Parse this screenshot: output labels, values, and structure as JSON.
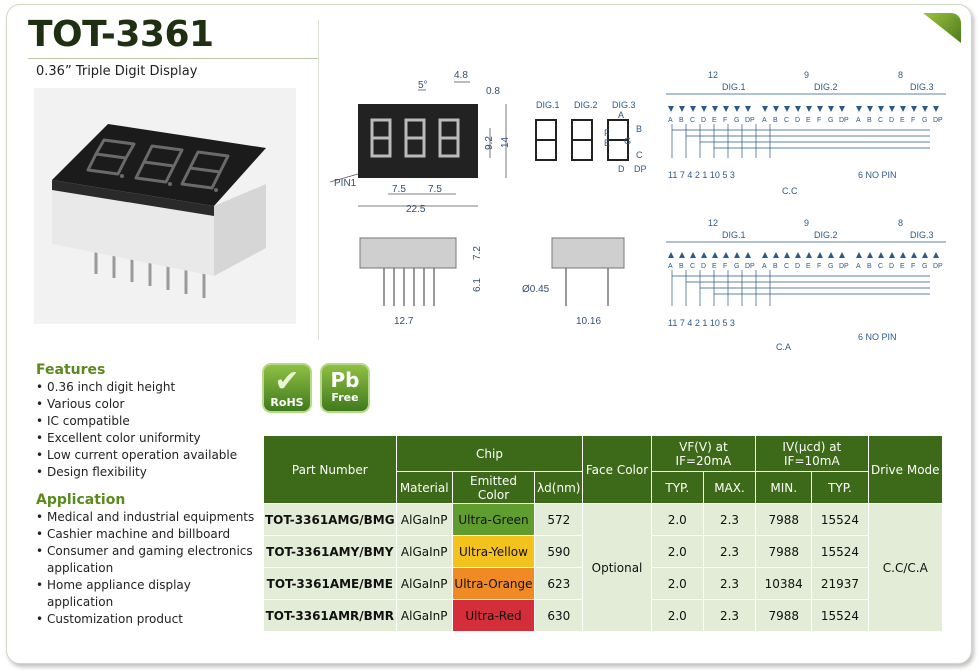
{
  "header": {
    "model": "TOT-3361",
    "subtitle": "0.36” Triple Digit Display"
  },
  "drawing": {
    "front_dims": {
      "angle": "5°",
      "seg_w": "4.8",
      "seg_gap": "0.8",
      "h_inner": "9.2",
      "h_outer": "14",
      "pitch1": "7.5",
      "pitch2": "7.5",
      "width": "22.5",
      "pin1": "PIN1"
    },
    "side_dims": {
      "height_body": "7.2",
      "pin_len": "6.1",
      "pin_pitch": "12.7",
      "pin_dia": "Ø0.45",
      "depth": "10.16"
    },
    "digit_labels": [
      "DIG.1",
      "DIG.2",
      "DIG.3"
    ],
    "seg_letters": {
      "a": "A",
      "b": "B",
      "c": "C",
      "d": "D",
      "e": "E",
      "f": "F",
      "g": "G",
      "dp": "DP"
    },
    "cc": {
      "common_pins": [
        "12",
        "9",
        "8"
      ],
      "digits": [
        "DIG.1",
        "DIG.2",
        "DIG.3"
      ],
      "segs": [
        "A",
        "B",
        "C",
        "D",
        "E",
        "F",
        "G",
        "DP"
      ],
      "bottom_pins": [
        "11",
        "7",
        "4",
        "2",
        "1",
        "10",
        "5",
        "3"
      ],
      "no_pin": "6 NO PIN",
      "caption": "C.C"
    },
    "ca": {
      "common_pins": [
        "12",
        "9",
        "8"
      ],
      "digits": [
        "DIG.1",
        "DIG.2",
        "DIG.3"
      ],
      "segs": [
        "A",
        "B",
        "C",
        "D",
        "E",
        "F",
        "G",
        "DP"
      ],
      "bottom_pins": [
        "11",
        "7",
        "4",
        "2",
        "1",
        "10",
        "5",
        "3"
      ],
      "no_pin": "6 NO PIN",
      "caption": "C.A"
    }
  },
  "features": {
    "heading": "Features",
    "items": [
      "0.36 inch digit height",
      "Various color",
      "IC compatible",
      "Excellent color uniformity",
      "Low current operation available",
      "Design flexibility"
    ]
  },
  "application": {
    "heading": "Application",
    "items": [
      "Medical and industrial equipments",
      "Cashier machine and billboard",
      "Consumer and gaming electronics application",
      "Home appliance display application",
      "Customization product"
    ]
  },
  "badges": {
    "rohs": "RoHS",
    "pb_top": "Pb",
    "pb_bottom": "Free"
  },
  "table": {
    "headers": {
      "part_number": "Part Number",
      "chip": "Chip",
      "material": "Material",
      "emitted_color": "Emitted Color",
      "lambda": "λd(nm)",
      "face_color": "Face Color",
      "vf": "VF(V) at IF=20mA",
      "iv": "IV(µcd) at IF=10mA",
      "typ": "TYP.",
      "max": "MAX.",
      "min": "MIN.",
      "drive_mode": "Drive Mode"
    },
    "face_color": "Optional",
    "drive_mode": "C.C/C.A",
    "rows": [
      {
        "part": "TOT-3361AMG/BMG",
        "material": "AlGaInP",
        "color": "Ultra-Green",
        "lambda": "572",
        "vf_typ": "2.0",
        "vf_max": "2.3",
        "iv_min": "7988",
        "iv_typ": "15524",
        "swatch": "#5f9e2e"
      },
      {
        "part": "TOT-3361AMY/BMY",
        "material": "AlGaInP",
        "color": "Ultra-Yellow",
        "lambda": "590",
        "vf_typ": "2.0",
        "vf_max": "2.3",
        "iv_min": "7988",
        "iv_typ": "15524",
        "swatch": "#f4c21c"
      },
      {
        "part": "TOT-3361AME/BME",
        "material": "AlGaInP",
        "color": "Ultra-Orange",
        "lambda": "623",
        "vf_typ": "2.0",
        "vf_max": "2.3",
        "iv_min": "10384",
        "iv_typ": "21937",
        "swatch": "#f08a24"
      },
      {
        "part": "TOT-3361AMR/BMR",
        "material": "AlGaInP",
        "color": "Ultra-Red",
        "lambda": "630",
        "vf_typ": "2.0",
        "vf_max": "2.3",
        "iv_min": "7988",
        "iv_typ": "15524",
        "swatch": "#d42e3a"
      }
    ]
  },
  "colors": {
    "brand_green": "#3d6a18",
    "accent_green": "#5a8a1e",
    "table_cell": "#e3ecd6"
  }
}
